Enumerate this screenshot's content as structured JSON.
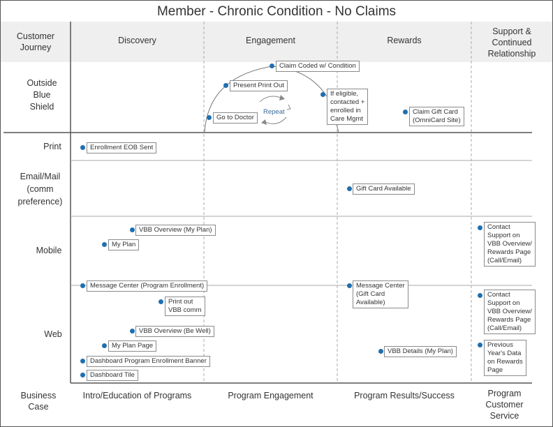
{
  "title": "Member - Chronic Condition - No Claims",
  "columns": {
    "row_header": [
      "Customer",
      "Journey"
    ],
    "discovery": "Discovery",
    "engagement": "Engagement",
    "rewards": "Rewards",
    "support": [
      "Support &",
      "Continued",
      "Relationship"
    ]
  },
  "lanes": {
    "outside": [
      "Outside",
      "Blue",
      "Shield"
    ],
    "print": "Print",
    "email": [
      "Email/Mail",
      "(comm",
      "preference)"
    ],
    "mobile": "Mobile",
    "web": "Web"
  },
  "footer": {
    "row_header": [
      "Business",
      "Case"
    ],
    "discovery": "Intro/Education of Programs",
    "engagement": "Program Engagement",
    "rewards": "Program Results/Success",
    "support": [
      "Program",
      "Customer",
      "Service"
    ]
  },
  "repeat_label": "Repeat",
  "cards": {
    "claim_coded": [
      "Claim Coded w/ Condition"
    ],
    "present_print": [
      "Present Print Out"
    ],
    "go_doctor": [
      "Go to Doctor"
    ],
    "if_eligible": [
      "If eligible,",
      "contacted +",
      "enrolled in",
      "Care Mgmt"
    ],
    "claim_gift": [
      "Claim Gift Card",
      "(OmniCard Site)"
    ],
    "enroll_eob": [
      "Enrollment EOB Sent"
    ],
    "gift_avail": [
      "Gift Card Available"
    ],
    "vbb_myplan": [
      "VBB Overview (My Plan)"
    ],
    "myplan": [
      "My Plan"
    ],
    "contact1": [
      "Contact",
      "Support on",
      "VBB Overview/",
      "Rewards Page",
      "(Call/Email)"
    ],
    "msg_center": [
      "Message Center (Program Enrollment)"
    ],
    "msg_gift": [
      "Message Center",
      "(Gift Card",
      "Available)"
    ],
    "print_vbb": [
      "Print out",
      "VBB comm"
    ],
    "contact2": [
      "Contact",
      "Support on",
      "VBB Overview/",
      "Rewards Page",
      "(Call/Email)"
    ],
    "vbb_bewell": [
      "VBB Overview (Be Well)"
    ],
    "myplan_page": [
      "My Plan Page"
    ],
    "vbb_details": [
      "VBB Details (My Plan)"
    ],
    "prev_year": [
      "Previous",
      "Year's Data",
      "on Rewards",
      "Page"
    ],
    "dash_banner": [
      "Dashboard Program Enrollment Banner"
    ],
    "dash_tile": [
      "Dashboard Tile"
    ]
  },
  "colors": {
    "dot": "#1f6fb0",
    "header_band": "#efefef",
    "text": "#333333",
    "repeat": "#3a6a9a"
  }
}
